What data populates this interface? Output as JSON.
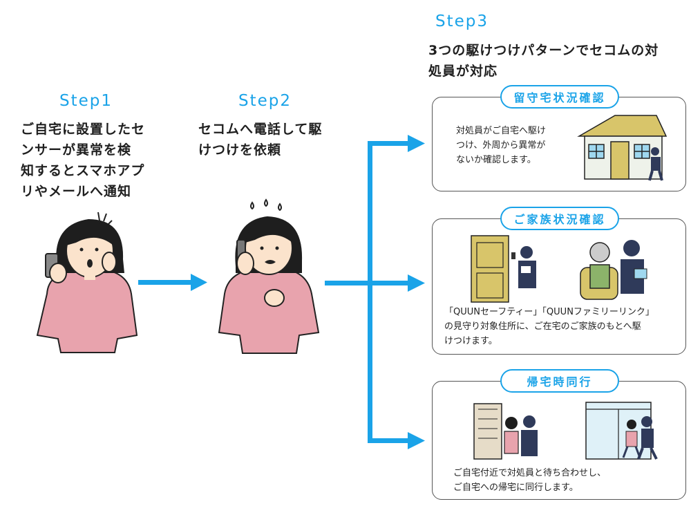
{
  "step1": {
    "title": "Step1",
    "lines": [
      "ご自宅に設置したセ",
      "ンサーが異常を検",
      "知するとスマホアプ",
      "リやメールへ通知"
    ]
  },
  "step2": {
    "title": "Step2",
    "lines": [
      "セコムへ電話して駆",
      "けつけを依頼"
    ]
  },
  "step3": {
    "title": "Step3",
    "lines": [
      "3つの駆けつけパターンでセコムの対",
      "処員が対応"
    ]
  },
  "patterns": [
    {
      "badge": "留守宅状況確認",
      "lines": [
        "対処員がご自宅へ駆け",
        "つけ、外周から異常が",
        "ないか確認します。"
      ]
    },
    {
      "badge": "ご家族状況確認",
      "lines": [
        "「QUUNセーフティー」「QUUNファミリーリンク」",
        "の見守り対象住所に、ご在宅のご家族のもとへ駆",
        "けつけます。"
      ]
    },
    {
      "badge": "帰宅時同行",
      "lines": [
        "ご自宅付近で対処員と待ち合わせし、",
        "ご自宅への帰宅に同行します。"
      ]
    }
  ],
  "colors": {
    "accent": "#1aa3e8",
    "shirt": "#e8a3ad",
    "hair": "#1e1e1e",
    "skin": "#fbe3cc",
    "navy": "#2f3a5a",
    "door": "#d8c56a"
  }
}
